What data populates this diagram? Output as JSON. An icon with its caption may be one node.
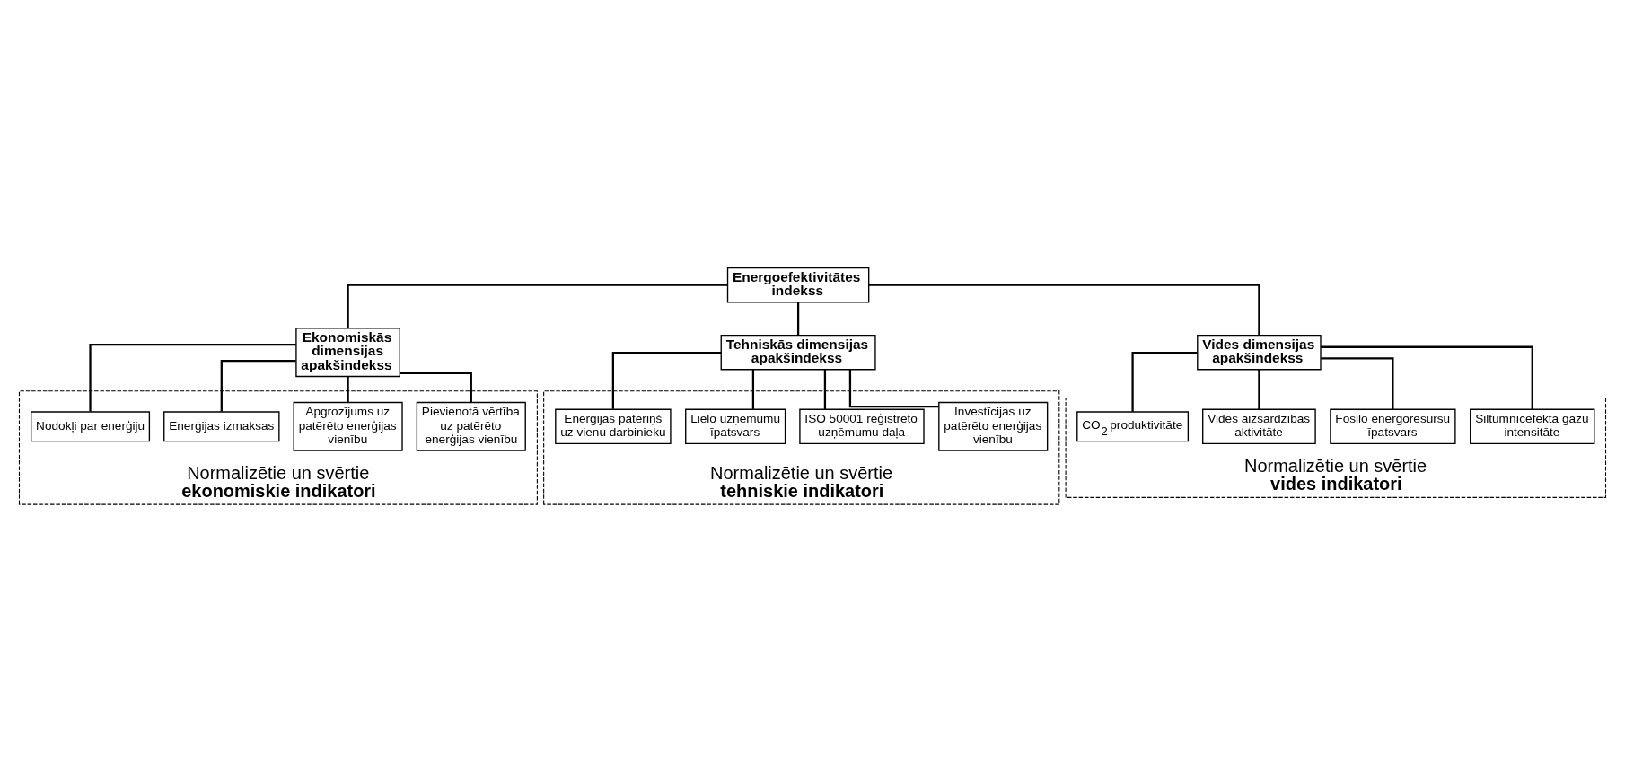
{
  "diagram": {
    "nodes": [
      {
        "text": [
          "Energoefektivitātes indekss"
        ]
      },
      {
        "text": [
          "Ekonomiskās dimensijas apakšindekss"
        ]
      },
      {
        "text": [
          "Normalizētie un svērtie **ekonomiskie indikatori**"
        ]
      },
      {
        "text": [
          "Pievienotā vērtība uz patērēto enerģijas vienību"
        ],
        "in": 2
      },
      {
        "text": [
          "Apgrozījums uz patērēto enerģijas vienību"
        ],
        "in": 2
      },
      {
        "text": [
          "Enerģijas izmaksas"
        ],
        "in": 2
      },
      {
        "text": [
          "Nodokļi par enerģiju"
        ],
        "in": 2
      },
      {
        "text": [
          "Tehniskās dimensijas apakšindekss"
        ]
      },
      {
        "text": [
          "Normalizētie un svērtie **tehniskie indikatori**"
        ]
      },
      {
        "text": [
          "Investīcijas uz patērēto enerģijas vienību"
        ],
        "in": 8
      },
      {
        "text": [
          "ISO 50001 reģistrēto uzņēmumu daļa"
        ],
        "in": 8
      },
      {
        "text": [
          "Lielo uzņēmumu īpatsvars"
        ],
        "in": 8
      },
      {
        "text": [
          "Enerģijas patēriņš uz vienu darbinieku"
        ],
        "in": 8
      },
      {
        "text": [
          "Vides dimensijas apakšindekss"
        ]
      },
      {
        "text": [
          "Normalizētie un svērtie **vides indikatori**"
        ]
      },
      {
        "text": [
          "Siltumnīcefekta gāzu intensitāte"
        ],
        "in": 14
      },
      {
        "text": [
          "Fosilo energoresursu īpatsvars"
        ],
        "in": 14
      },
      {
        "text": [
          "Vides aizsardzības aktivitāte"
        ],
        "in": 14
      },
      {
        "text": [
          "CO$_{2}$ produktivitāte"
        ],
        "in": 14
      }
    ],
    "edges": [
      {
        "from": 0,
        "to": 1,
        "arrow": "none"
      },
      {
        "from": 0,
        "to": 7,
        "arrow": "none"
      },
      {
        "from": 0,
        "to": 13,
        "arrow": "none"
      },
      {
        "from": 1,
        "to": 3,
        "arrow": "none"
      },
      {
        "from": 1,
        "to": 4,
        "arrow": "none"
      },
      {
        "from": 1,
        "to": 5,
        "arrow": "none"
      },
      {
        "from": 1,
        "to": 6,
        "arrow": "none"
      },
      {
        "from": 7,
        "to": 9,
        "arrow": "none"
      },
      {
        "from": 7,
        "to": 10,
        "arrow": "none"
      },
      {
        "from": 7,
        "to": 11,
        "arrow": "none"
      },
      {
        "from": 7,
        "to": 12,
        "arrow": "none"
      },
      {
        "from": 13,
        "to": 15,
        "arrow": "none"
      },
      {
        "from": 13,
        "to": 16,
        "arrow": "none"
      },
      {
        "from": 13,
        "to": 17,
        "arrow": "none"
      },
      {
        "from": 13,
        "to": 18,
        "arrow": "none"
      }
    ]
  }
}
